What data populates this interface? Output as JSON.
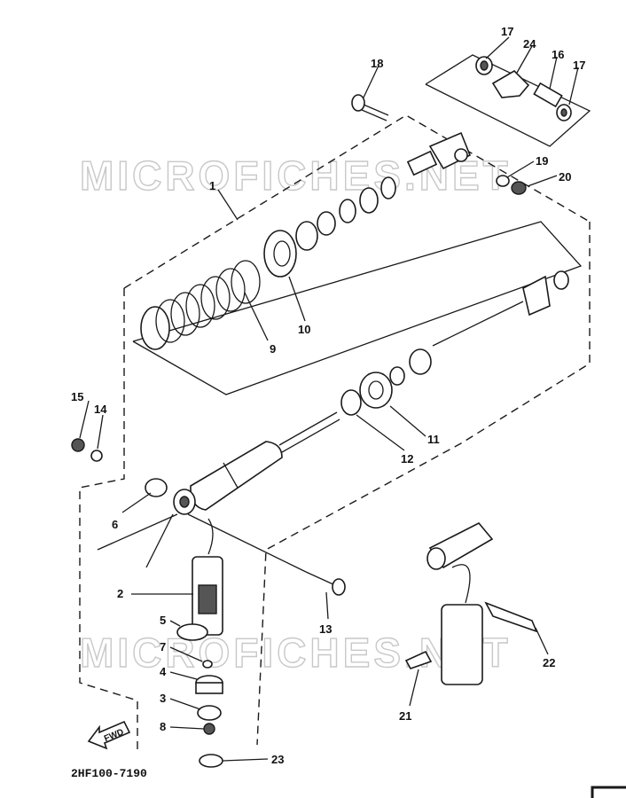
{
  "watermark": "MICROFICHES.NET",
  "diagram_code": "2HF100-7190",
  "fwd_label": "FWD",
  "callouts": [
    {
      "id": "c1",
      "label": "1"
    },
    {
      "id": "c2",
      "label": "2"
    },
    {
      "id": "c3",
      "label": "3"
    },
    {
      "id": "c4",
      "label": "4"
    },
    {
      "id": "c5",
      "label": "5"
    },
    {
      "id": "c6",
      "label": "6"
    },
    {
      "id": "c7",
      "label": "7"
    },
    {
      "id": "c8",
      "label": "8"
    },
    {
      "id": "c9",
      "label": "9"
    },
    {
      "id": "c10",
      "label": "10"
    },
    {
      "id": "c11",
      "label": "11"
    },
    {
      "id": "c12",
      "label": "12"
    },
    {
      "id": "c13",
      "label": "13"
    },
    {
      "id": "c14",
      "label": "14"
    },
    {
      "id": "c15",
      "label": "15"
    },
    {
      "id": "c16",
      "label": "16"
    },
    {
      "id": "c17a",
      "label": "17"
    },
    {
      "id": "c17b",
      "label": "17"
    },
    {
      "id": "c18",
      "label": "18"
    },
    {
      "id": "c19",
      "label": "19"
    },
    {
      "id": "c20",
      "label": "20"
    },
    {
      "id": "c21",
      "label": "21"
    },
    {
      "id": "c22",
      "label": "22"
    },
    {
      "id": "c23",
      "label": "23"
    },
    {
      "id": "c24",
      "label": "24"
    }
  ]
}
